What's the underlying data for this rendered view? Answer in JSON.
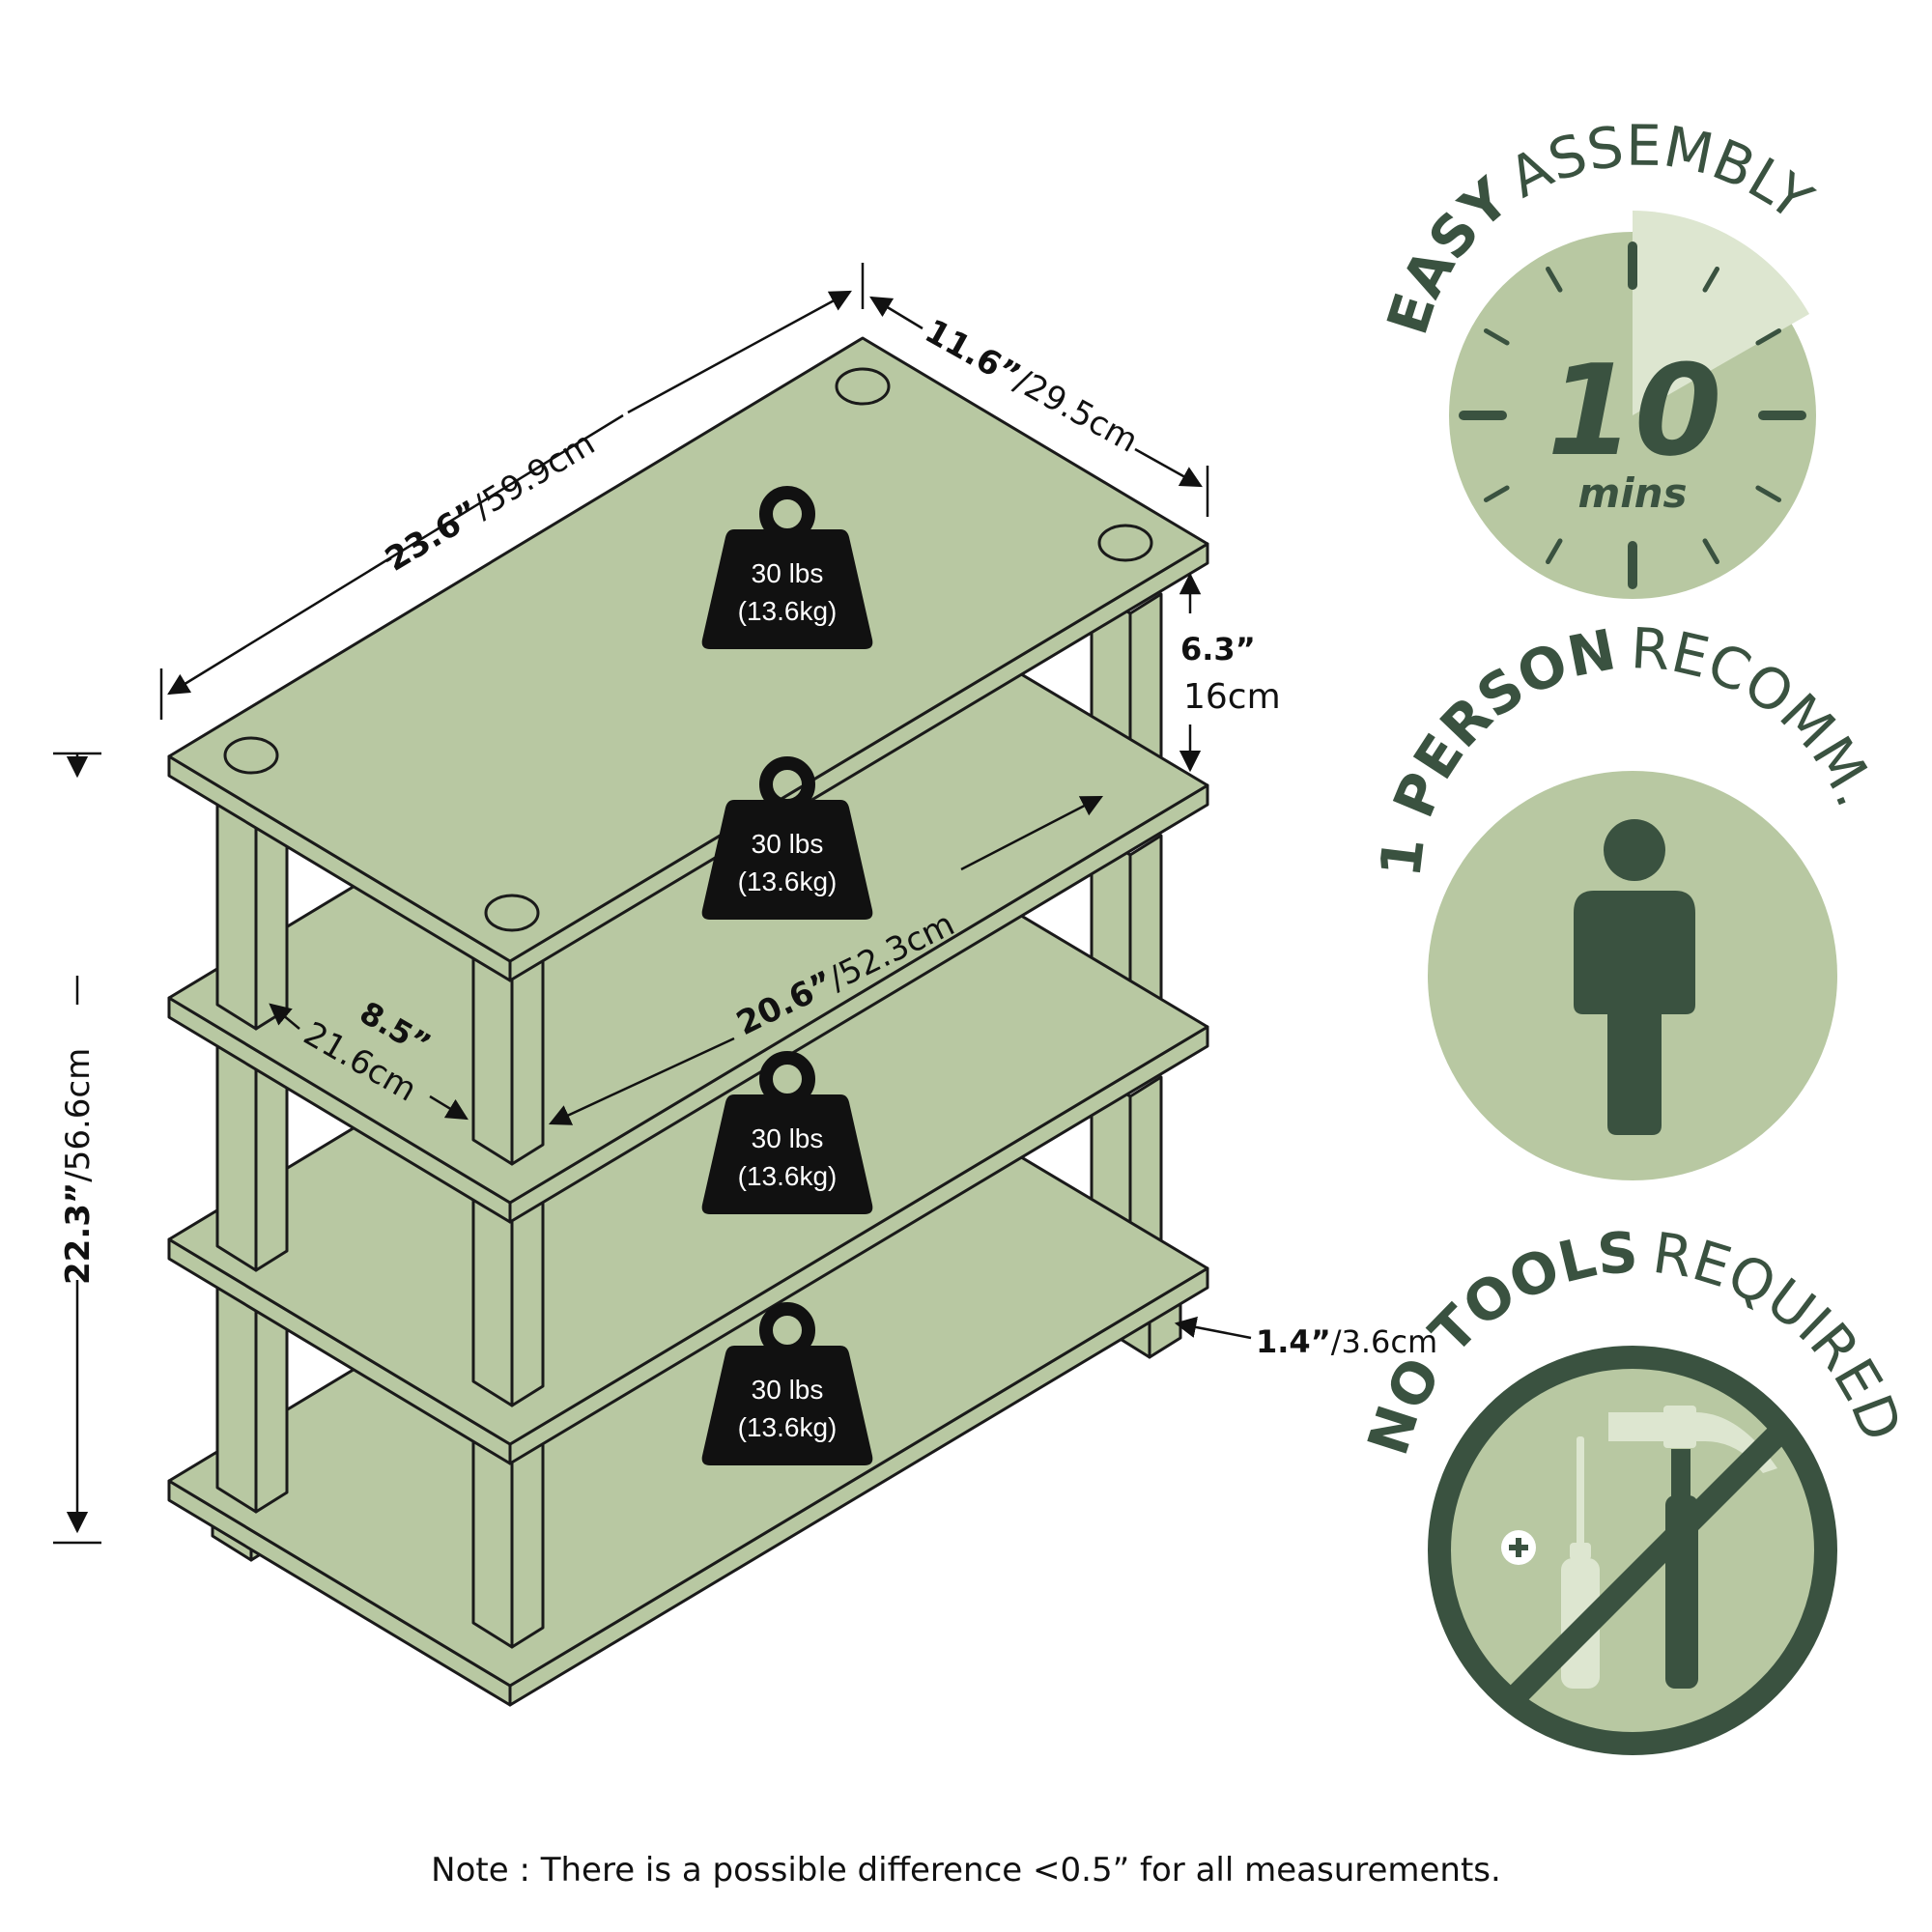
{
  "colors": {
    "shelf": "#b8c8a2",
    "dark_green": "#3a5240",
    "badge_bg": "#b8c8a2",
    "wedge": "#dde6d0",
    "outline": "#1a1a1a",
    "weight": "#111111"
  },
  "dimensions": {
    "width_in": "23.6”",
    "width_cm": "/59.9cm",
    "depth_in": "11.6”",
    "depth_cm": "/29.5cm",
    "clearance_in": "6.3”",
    "clearance_cm": "16cm",
    "height_in": "22.3”",
    "height_cm": "/56.6cm",
    "inner_width_in": "20.6”",
    "inner_width_cm": "/52.3cm",
    "inner_depth_in": "8.5”",
    "inner_depth_cm": "21.6cm",
    "feet_in": "1.4”",
    "feet_cm": "/3.6cm"
  },
  "weights": [
    {
      "line1": "30 lbs",
      "line2": "(13.6kg)"
    },
    {
      "line1": "30 lbs",
      "line2": "(13.6kg)"
    },
    {
      "line1": "30 lbs",
      "line2": "(13.6kg)"
    },
    {
      "line1": "30 lbs",
      "line2": "(13.6kg)"
    }
  ],
  "badges": {
    "assembly": {
      "bold": "EASY",
      "light": "ASSEMBLY",
      "number": "10",
      "unit": "mins",
      "icon": "clock-icon"
    },
    "person": {
      "bold": "1 PERSON",
      "light": "RECOMM.",
      "icon": "person-icon"
    },
    "tools": {
      "bold": "NO TOOLS",
      "light": "REQUIRED",
      "icon": "no-tools-icon"
    }
  },
  "note": "Note : There is a possible difference <0.5” for all measurements."
}
